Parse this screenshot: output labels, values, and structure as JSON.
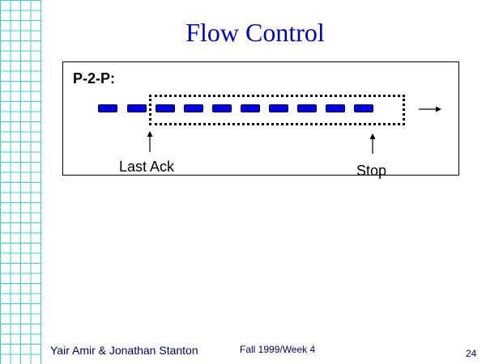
{
  "slide": {
    "title": "Flow Control",
    "label": "P-2-P:",
    "last_ack_label": "Last Ack",
    "stop_label": "Stop",
    "packet_count_outside_window": 2,
    "packet_count_inside_window": 8
  },
  "footer": {
    "authors": "Yair Amir & Jonathan Stanton",
    "term": "Fall 1999/Week 4",
    "page_number": "24"
  },
  "colors": {
    "title": "#0000cc",
    "packet": "#0000dd",
    "grid": "#33d6c4"
  },
  "icons": [
    "send-direction-arrow-icon",
    "last-ack-pointer-icon",
    "stop-pointer-icon"
  ]
}
